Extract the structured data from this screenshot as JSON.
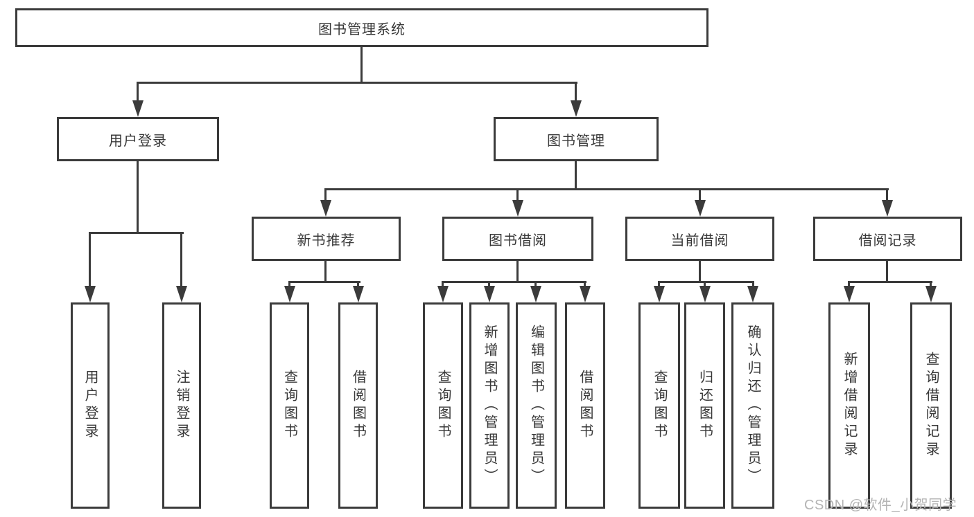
{
  "nodes": {
    "root": "图书管理系统",
    "user_login": {
      "label": "用户登录",
      "children": [
        "用户登录",
        "注销登录"
      ]
    },
    "book_mgmt": {
      "label": "图书管理",
      "children": [
        {
          "label": "新书推荐",
          "children": [
            "查询图书",
            "借阅图书"
          ]
        },
        {
          "label": "图书借阅",
          "children": [
            "查询图书",
            "新增图书（管理员）",
            "编辑图书（管理员）",
            "借阅图书"
          ]
        },
        {
          "label": "当前借阅",
          "children": [
            "查询图书",
            "归还图书",
            "确认归还（管理员）"
          ]
        },
        {
          "label": "借阅记录",
          "children": [
            "新增借阅记录",
            "查询借阅记录"
          ]
        }
      ]
    }
  },
  "watermark": {
    "text": "CSDN @软件_小贺同学"
  },
  "colors": {
    "line": "#3b3b3b",
    "text": "#383838",
    "watermark": "#b4b4b4",
    "background": "#ffffff"
  }
}
